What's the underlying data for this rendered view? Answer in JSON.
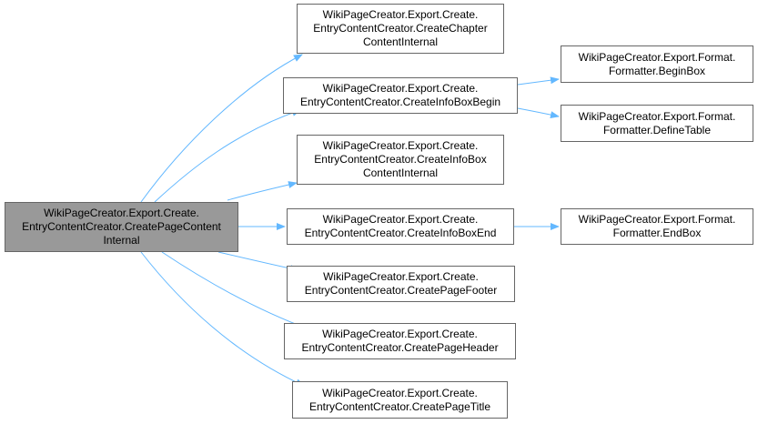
{
  "colors": {
    "edge": "#63b8ff",
    "root_fill": "#999999",
    "node_border": "#666666"
  },
  "nodes": {
    "root": "WikiPageCreator.Export.Create.\nEntryContentCreator.CreatePageContent\nInternal",
    "chapter": "WikiPageCreator.Export.Create.\nEntryContentCreator.CreateChapter\nContentInternal",
    "infobox_begin": "WikiPageCreator.Export.Create.\nEntryContentCreator.CreateInfoBoxBegin",
    "infobox_content": "WikiPageCreator.Export.Create.\nEntryContentCreator.CreateInfoBox\nContentInternal",
    "infobox_end": "WikiPageCreator.Export.Create.\nEntryContentCreator.CreateInfoBoxEnd",
    "footer": "WikiPageCreator.Export.Create.\nEntryContentCreator.CreatePageFooter",
    "header": "WikiPageCreator.Export.Create.\nEntryContentCreator.CreatePageHeader",
    "title": "WikiPageCreator.Export.Create.\nEntryContentCreator.CreatePageTitle",
    "begin_box": "WikiPageCreator.Export.Format.\nFormatter.BeginBox",
    "define_table": "WikiPageCreator.Export.Format.\nFormatter.DefineTable",
    "end_box": "WikiPageCreator.Export.Format.\nFormatter.EndBox"
  }
}
